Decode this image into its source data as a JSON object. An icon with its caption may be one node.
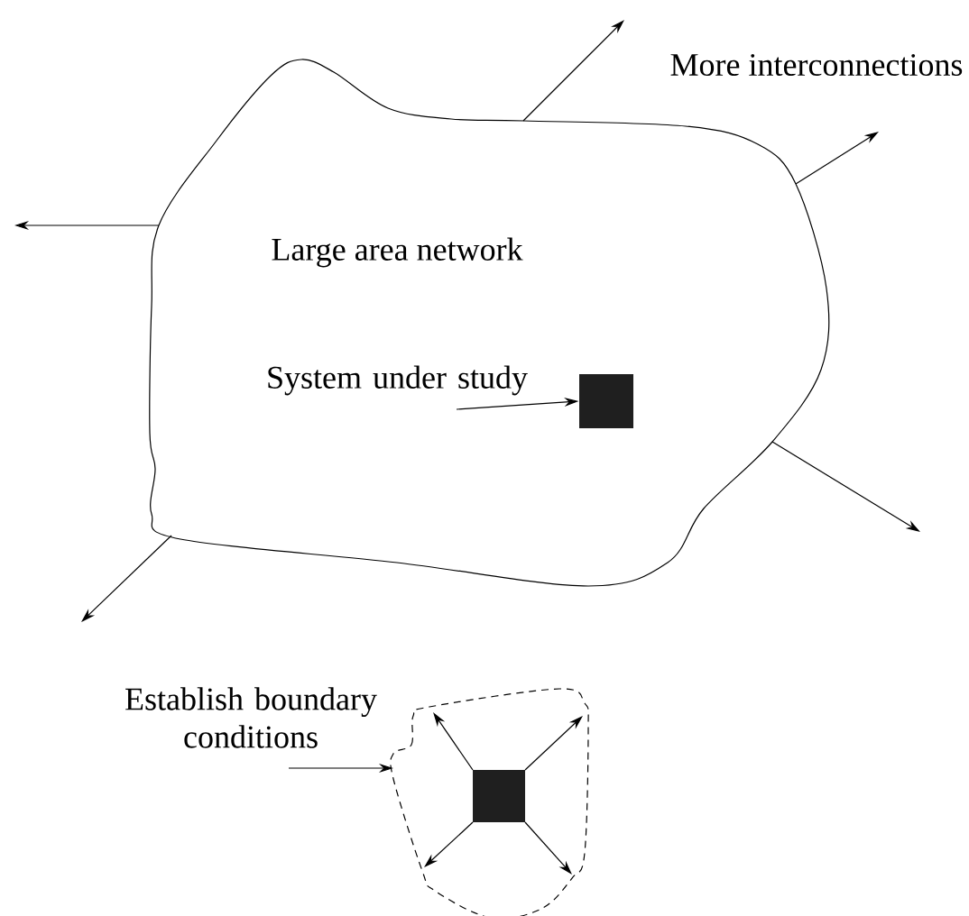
{
  "diagram": {
    "nodes": [
      {
        "text": [
          "Large area network"
        ]
      },
      {
        "text": [
          "System under study"
        ],
        "in": 0
      },
      {
        "text": [],
        "shape": "box",
        "in": 0
      },
      {
        "text": [
          "Establish boundary conditions"
        ]
      },
      {
        "text": [],
        "shape": "cloud"
      },
      {
        "text": [],
        "shape": "box",
        "in": 4
      }
    ],
    "edges": [
      {
        "from": 0,
        "to": null,
        "arrow": "to"
      },
      {
        "from": 0,
        "to": null,
        "arrow": "to"
      },
      {
        "from": 0,
        "to": null,
        "arrow": "to"
      },
      {
        "from": 0,
        "to": null,
        "arrow": "to"
      },
      {
        "from": 0,
        "to": null,
        "arrow": "to"
      },
      {
        "from": 1,
        "to": 2,
        "arrow": "to"
      },
      {
        "from": 3,
        "to": 4,
        "arrow": "to"
      },
      {
        "from": 5,
        "to": null,
        "arrow": "to"
      },
      {
        "from": 5,
        "to": null,
        "arrow": "to"
      },
      {
        "from": 5,
        "to": null,
        "arrow": "to"
      },
      {
        "from": 5,
        "to": null,
        "arrow": "to"
      }
    ],
    "labels": [
      "More interconnections"
    ]
  }
}
